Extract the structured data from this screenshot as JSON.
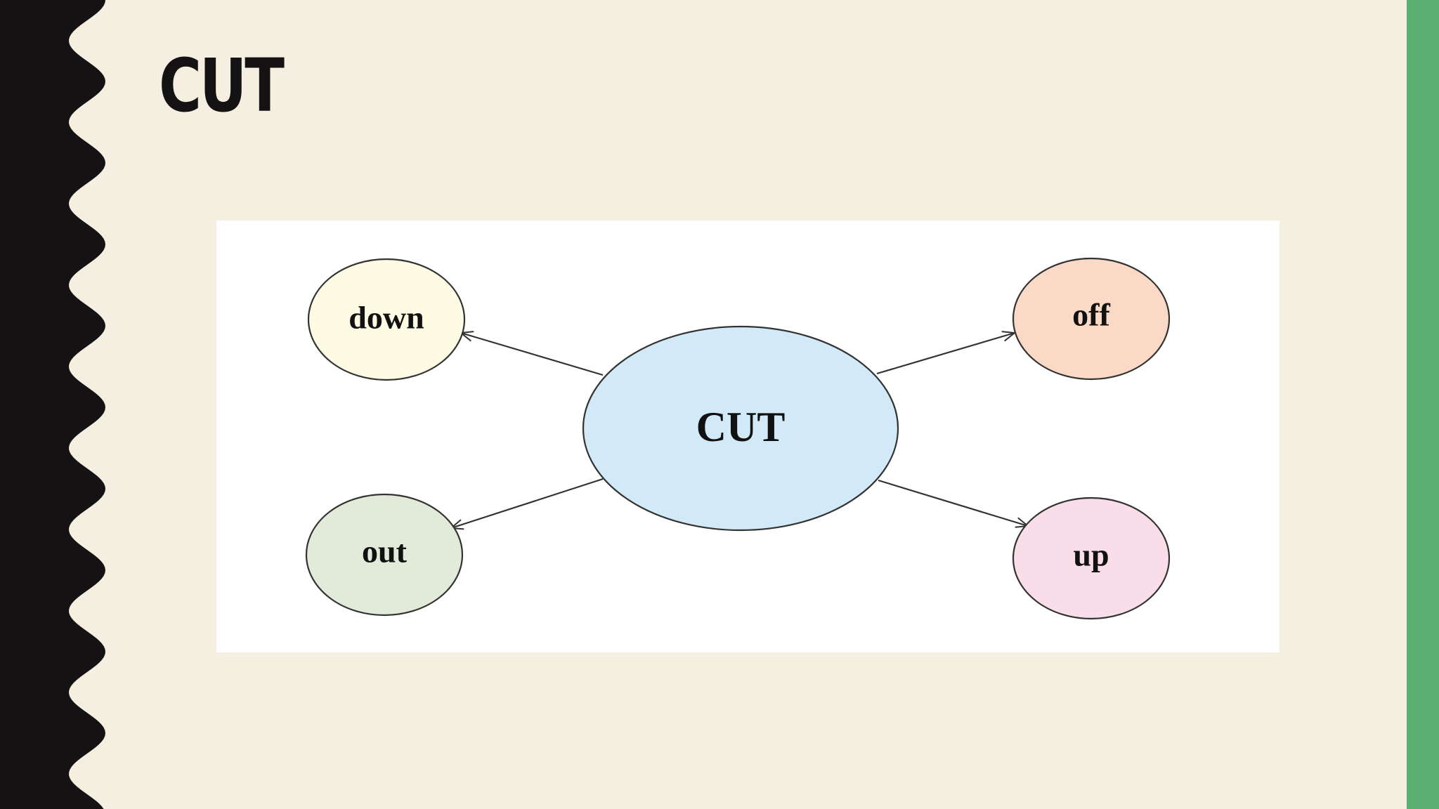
{
  "slide": {
    "title": "CUT"
  },
  "colors": {
    "background": "#f4efe1",
    "left_wave": "#151213",
    "right_bar": "#5aae72",
    "panel": "#ffffff"
  },
  "diagram": {
    "center": {
      "label": "CUT",
      "fill": "#d2eaf8"
    },
    "nodes": [
      {
        "id": "down",
        "label": "down",
        "fill": "#fdfbe3"
      },
      {
        "id": "off",
        "label": "off",
        "fill": "#fad9c6"
      },
      {
        "id": "out",
        "label": "out",
        "fill": "#e2ebd9"
      },
      {
        "id": "up",
        "label": "up",
        "fill": "#f9dde9"
      }
    ],
    "edges": [
      {
        "from": "CUT",
        "to": "down"
      },
      {
        "from": "CUT",
        "to": "off"
      },
      {
        "from": "CUT",
        "to": "out"
      },
      {
        "from": "CUT",
        "to": "up"
      }
    ]
  }
}
